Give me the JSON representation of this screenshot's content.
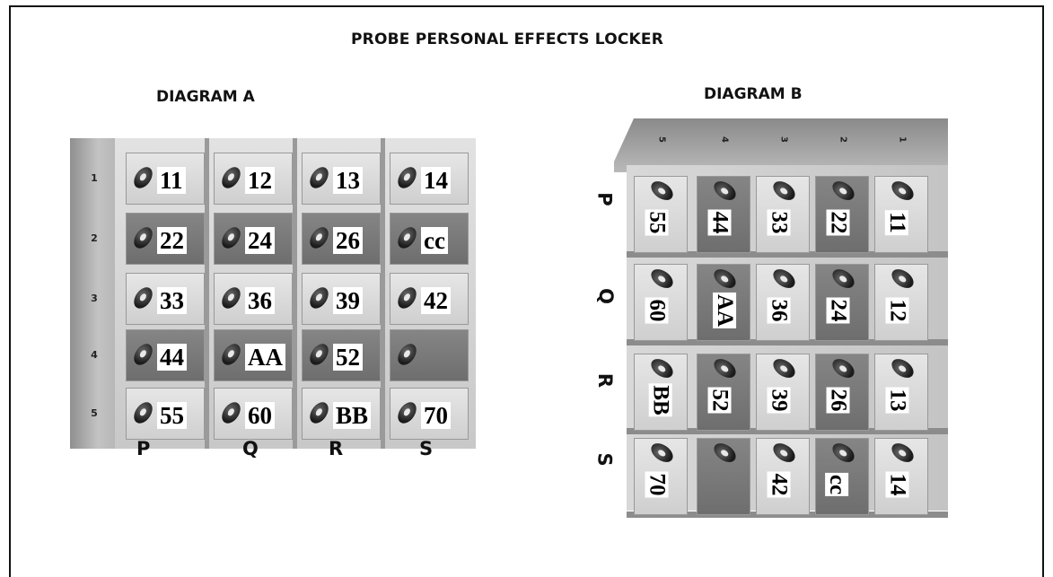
{
  "title": "PROBE PERSONAL EFFECTS LOCKER",
  "diagram_a": {
    "label": "DIAGRAM A",
    "column_labels": [
      "P",
      "Q",
      "R",
      "S"
    ],
    "row_labels": [
      "1",
      "2",
      "3",
      "4",
      "5"
    ],
    "rows": [
      [
        {
          "n": "11",
          "tone": "light"
        },
        {
          "n": "12",
          "tone": "light"
        },
        {
          "n": "13",
          "tone": "light"
        },
        {
          "n": "14",
          "tone": "light"
        }
      ],
      [
        {
          "n": "22",
          "tone": "dark"
        },
        {
          "n": "24",
          "tone": "dark"
        },
        {
          "n": "26",
          "tone": "dark"
        },
        {
          "n": "cc",
          "tone": "dark"
        }
      ],
      [
        {
          "n": "33",
          "tone": "light"
        },
        {
          "n": "36",
          "tone": "light"
        },
        {
          "n": "39",
          "tone": "light"
        },
        {
          "n": "42",
          "tone": "light"
        }
      ],
      [
        {
          "n": "44",
          "tone": "dark"
        },
        {
          "n": "AA",
          "tone": "dark"
        },
        {
          "n": "52",
          "tone": "dark"
        },
        {
          "n": "",
          "tone": "dark"
        }
      ],
      [
        {
          "n": "55",
          "tone": "light"
        },
        {
          "n": "60",
          "tone": "light"
        },
        {
          "n": "BB",
          "tone": "light"
        },
        {
          "n": "70",
          "tone": "light"
        }
      ]
    ]
  },
  "diagram_b": {
    "label": "DIAGRAM B",
    "column_labels": [
      "5",
      "4",
      "3",
      "2",
      "1"
    ],
    "row_labels": [
      "P",
      "Q",
      "R",
      "S"
    ],
    "rows": [
      [
        {
          "n": "55",
          "tone": "light"
        },
        {
          "n": "44",
          "tone": "dark"
        },
        {
          "n": "33",
          "tone": "light"
        },
        {
          "n": "22",
          "tone": "dark"
        },
        {
          "n": "11",
          "tone": "light"
        }
      ],
      [
        {
          "n": "60",
          "tone": "light"
        },
        {
          "n": "AA",
          "tone": "dark"
        },
        {
          "n": "36",
          "tone": "light"
        },
        {
          "n": "24",
          "tone": "dark"
        },
        {
          "n": "12",
          "tone": "light"
        }
      ],
      [
        {
          "n": "BB",
          "tone": "light"
        },
        {
          "n": "52",
          "tone": "dark"
        },
        {
          "n": "39",
          "tone": "light"
        },
        {
          "n": "26",
          "tone": "dark"
        },
        {
          "n": "13",
          "tone": "light"
        }
      ],
      [
        {
          "n": "70",
          "tone": "light"
        },
        {
          "n": "",
          "tone": "dark"
        },
        {
          "n": "42",
          "tone": "light"
        },
        {
          "n": "cc",
          "tone": "dark"
        },
        {
          "n": "14",
          "tone": "light"
        }
      ]
    ]
  }
}
